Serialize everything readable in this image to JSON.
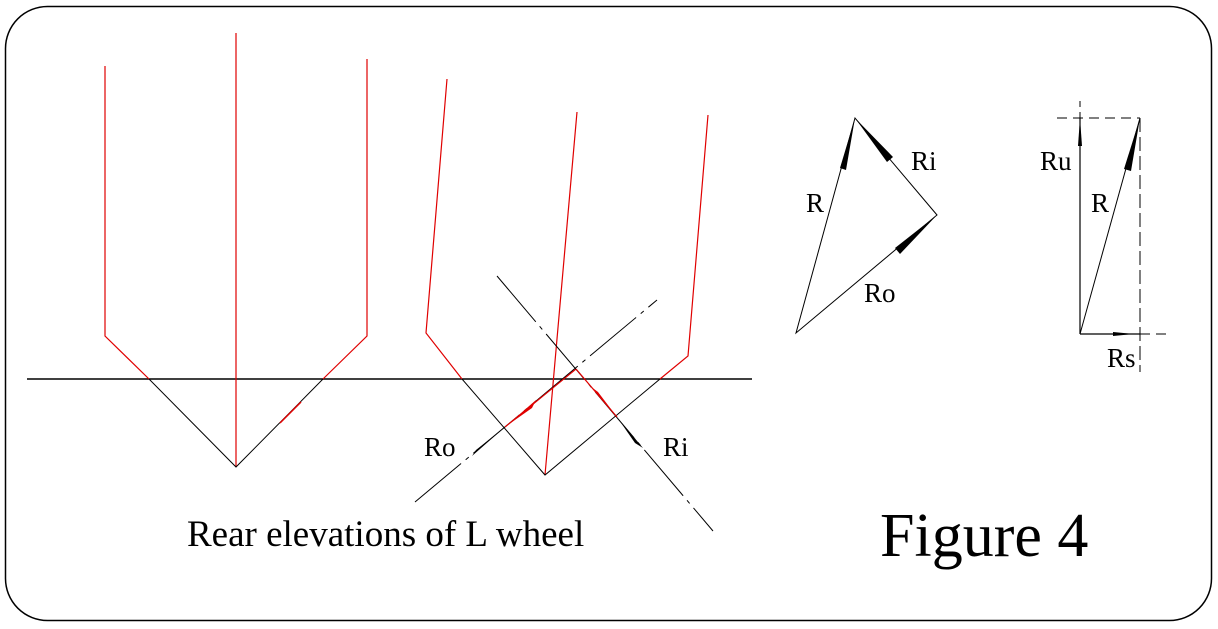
{
  "figure": {
    "title": "Figure 4",
    "caption": "Rear elevations of L wheel"
  },
  "colors": {
    "wheel_outline": "#e00000",
    "ground": "#000000",
    "force_arrow": "#000000",
    "reaction_arrow": "#e00000",
    "frame": "#000000"
  },
  "elevation_labels": {
    "outer_reaction": "Ro",
    "inner_reaction": "Ri"
  },
  "force_triangle": {
    "resultant": "R",
    "inner": "Ri",
    "outer": "Ro"
  },
  "component_diagram": {
    "upward": "Ru",
    "resultant": "R",
    "side": "Rs"
  }
}
